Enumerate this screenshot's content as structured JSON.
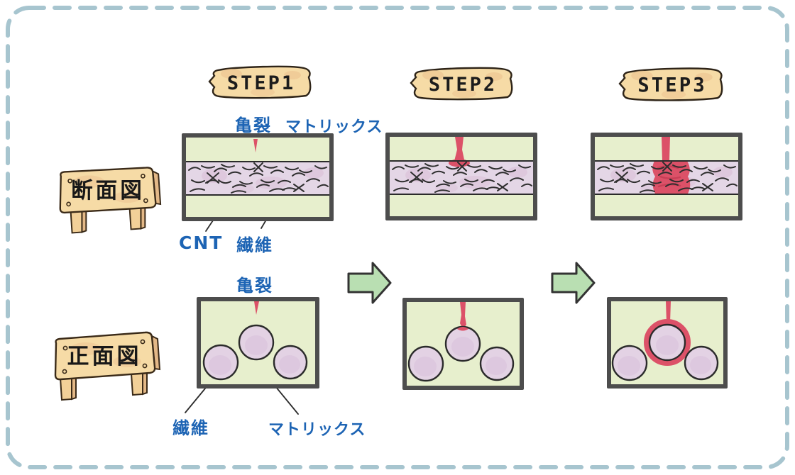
{
  "title": "self-healing composite process illustration",
  "steps": [
    {
      "label": "STEP1"
    },
    {
      "label": "STEP2"
    },
    {
      "label": "STEP3"
    }
  ],
  "views": {
    "cross_section_label": "断面図",
    "front_view_label": "正面図"
  },
  "labels": {
    "crack_top": "亀裂",
    "matrix_top": "マトリックス",
    "cnt": "CNT",
    "fiber_top": "繊維",
    "crack_bottom": "亀裂",
    "fiber_bottom": "繊維",
    "matrix_bottom": "マトリックス"
  },
  "colors": {
    "label_blue": "#1d64b4",
    "crack_red": "#dc5168",
    "matrix_green": "#e7efcd",
    "fiber_purple": "#e4d6e6",
    "wood_light": "#f6dba6",
    "wood_shade": "#ecc28f",
    "arrow_green": "#b9dfb2",
    "frame_dash_blue": "#a7c5cf",
    "panel_border_gray": "#4d4d4d"
  }
}
